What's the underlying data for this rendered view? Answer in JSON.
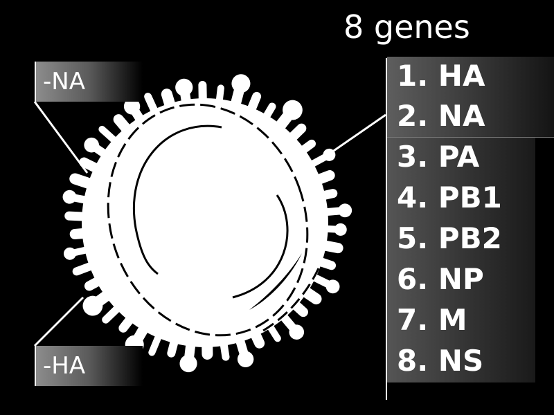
{
  "title": "8 genes",
  "labels": {
    "na_removed": "-NA",
    "ha_removed": "-HA"
  },
  "genes": [
    {
      "label": "1. HA",
      "highlighted": true
    },
    {
      "label": "2. NA",
      "highlighted": true
    },
    {
      "label": "3. PA",
      "highlighted": false
    },
    {
      "label": "4. PB1",
      "highlighted": false
    },
    {
      "label": "5. PB2",
      "highlighted": false
    },
    {
      "label": "6. NP",
      "highlighted": false
    },
    {
      "label": "7. M",
      "highlighted": false
    },
    {
      "label": "8. NS",
      "highlighted": false
    }
  ],
  "colors": {
    "background": "#000000",
    "foreground": "#ffffff",
    "panel_gray": "#555555"
  },
  "icons": {
    "virus": "influenza-virion-icon"
  }
}
